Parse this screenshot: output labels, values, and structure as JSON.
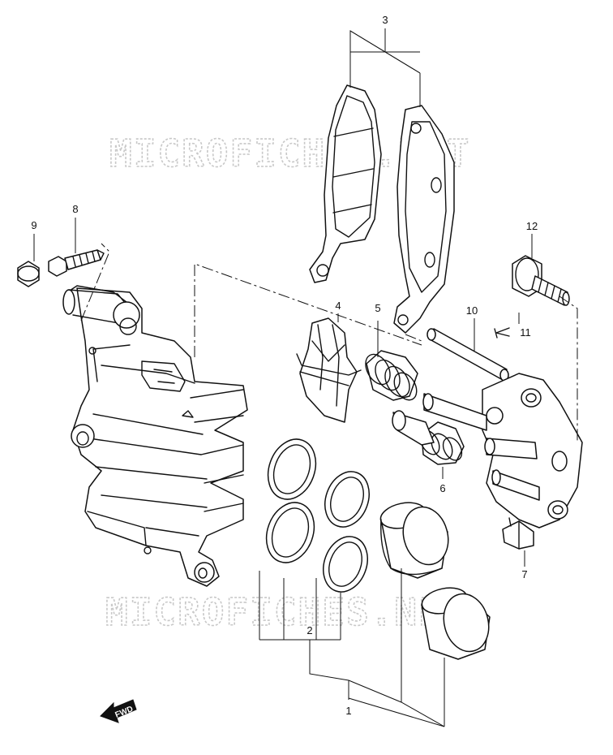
{
  "watermark": {
    "top_text": "MICROFICHES.NET",
    "bottom_text": "MICROFICHES.NET",
    "color": "#c8c8c8"
  },
  "callouts": {
    "c1": "1",
    "c2": "2",
    "c3": "3",
    "c4": "4",
    "c5": "5",
    "c6": "6",
    "c7": "7",
    "c8": "8",
    "c9": "9",
    "c10": "10",
    "c11": "11",
    "c12": "12"
  },
  "fwd_label": "FWD",
  "line_color": "#111111"
}
